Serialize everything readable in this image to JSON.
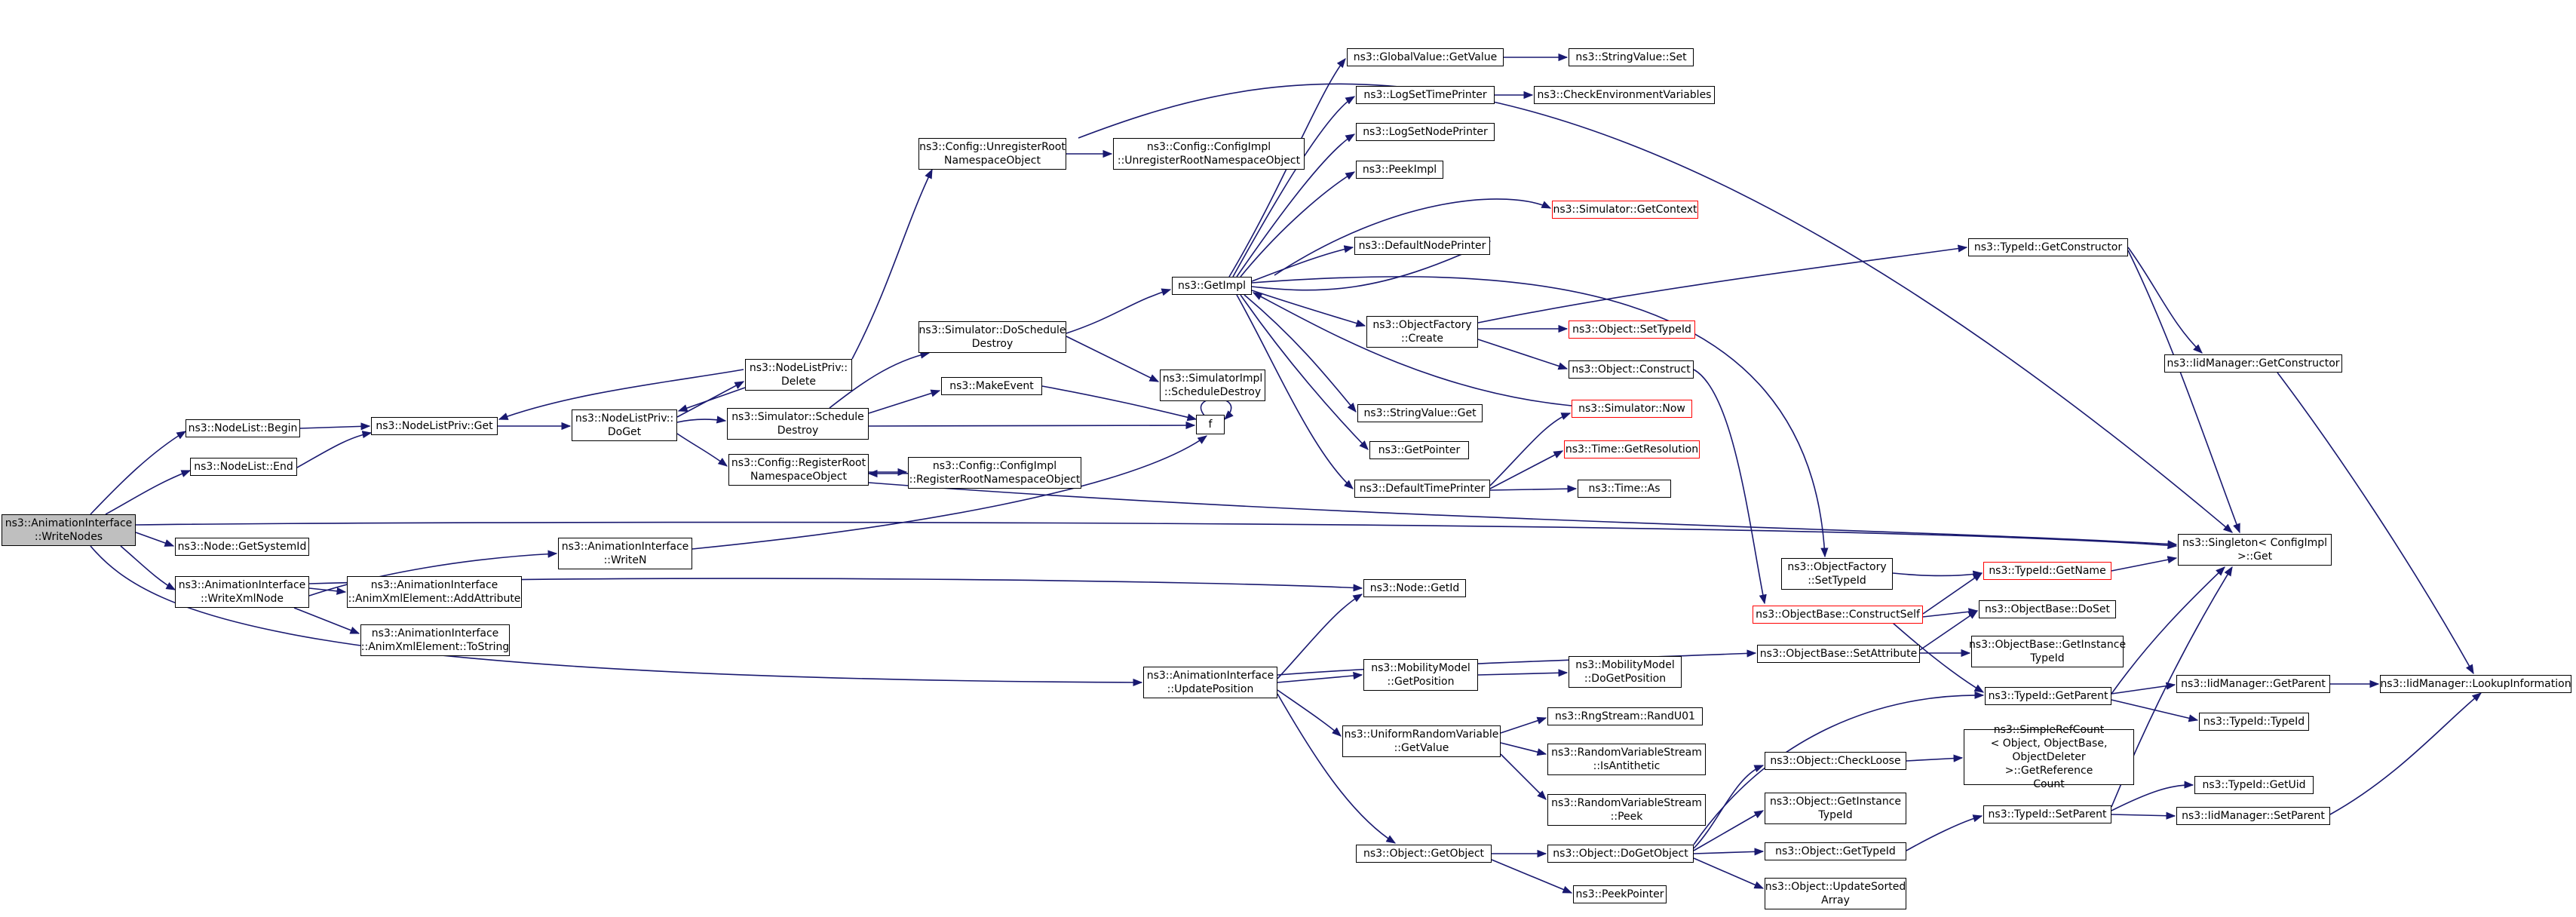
{
  "colors": {
    "edge": "#191970",
    "border": "#000000",
    "truncated_border": "#ff0000",
    "root_fill": "#bfbfbf"
  },
  "nodes": {
    "write_nodes": "ns3::AnimationInterface\n::WriteNodes",
    "nodelist_begin": "ns3::NodeList::Begin",
    "nodelist_end": "ns3::NodeList::End",
    "node_getsystemid": "ns3::Node::GetSystemId",
    "write_xml_node": "ns3::AnimationInterface\n::WriteXmlNode",
    "update_position": "ns3::AnimationInterface\n::UpdatePosition",
    "nodelistpriv_get": "ns3::NodeListPriv::Get",
    "nodelistpriv_doget": "ns3::NodeListPriv::\nDoGet",
    "nodelistpriv_delete": "ns3::NodeListPriv::\nDelete",
    "add_attribute": "ns3::AnimationInterface\n::AnimXmlElement::AddAttribute",
    "to_string": "ns3::AnimationInterface\n::AnimXmlElement::ToString",
    "write_n": "ns3::AnimationInterface\n::WriteN",
    "config_unregister": "ns3::Config::UnregisterRoot\nNamespaceObject",
    "simulator_doschedule_destroy": "ns3::Simulator::DoSchedule\nDestroy",
    "make_event": "ns3::MakeEvent",
    "simulator_schedule_destroy": "ns3::Simulator::Schedule\nDestroy",
    "config_register": "ns3::Config::RegisterRoot\nNamespaceObject",
    "configimpl_unregister": "ns3::Config::ConfigImpl\n::UnregisterRootNamespaceObject",
    "simulatorimpl_schedule_destroy": "ns3::SimulatorImpl\n::ScheduleDestroy",
    "configimpl_register": "ns3::Config::ConfigImpl\n::RegisterRootNamespaceObject",
    "f": "f",
    "getimpl": "ns3::GetImpl",
    "globalvalue_getvalue": "ns3::GlobalValue::GetValue",
    "logsettimeprinter": "ns3::LogSetTimePrinter",
    "logsetnodeprinter": "ns3::LogSetNodePrinter",
    "peekimpl": "ns3::PeekImpl",
    "defaultnodeprinter": "ns3::DefaultNodePrinter",
    "objectfactory_create": "ns3::ObjectFactory\n::Create",
    "stringvalue_get": "ns3::StringValue::Get",
    "getpointer": "ns3::GetPointer",
    "defaulttimeprinter": "ns3::DefaultTimePrinter",
    "node_getid": "ns3::Node::GetId",
    "mobilitymodel_getposition": "ns3::MobilityModel\n::GetPosition",
    "uniformrv_getvalue": "ns3::UniformRandomVariable\n::GetValue",
    "object_getobject": "ns3::Object::GetObject",
    "stringvalue_set": "ns3::StringValue::Set",
    "checkenvvars": "ns3::CheckEnvironmentVariables",
    "simulator_getcontext": "ns3::Simulator::GetContext",
    "object_settypeid": "ns3::Object::SetTypeId",
    "object_construct": "ns3::Object::Construct",
    "simulator_now": "ns3::Simulator::Now",
    "time_getresolution": "ns3::Time::GetResolution",
    "time_as": "ns3::Time::As",
    "mobilitymodel_dogetposition": "ns3::MobilityModel\n::DoGetPosition",
    "rngstream_randu01": "ns3::RngStream::RandU01",
    "rvs_isantithetic": "ns3::RandomVariableStream\n::IsAntithetic",
    "rvs_peek": "ns3::RandomVariableStream\n::Peek",
    "object_dogetobject": "ns3::Object::DoGetObject",
    "peekpointer": "ns3::PeekPointer",
    "objectfactory_settypeid": "ns3::ObjectFactory\n::SetTypeId",
    "objectbase_constructself": "ns3::ObjectBase::ConstructSelf",
    "objectbase_setattribute": "ns3::ObjectBase::SetAttribute",
    "object_checkloose": "ns3::Object::CheckLoose",
    "object_getinstancetypeid": "ns3::Object::GetInstance\nTypeId",
    "object_gettypeid": "ns3::Object::GetTypeId",
    "object_updatesortedarray": "ns3::Object::UpdateSorted\nArray",
    "typeid_getconstructor": "ns3::TypeId::GetConstructor",
    "typeid_getname": "ns3::TypeId::GetName",
    "objectbase_doset": "ns3::ObjectBase::DoSet",
    "objectbase_getinstancetypeid": "ns3::ObjectBase::GetInstance\nTypeId",
    "typeid_getparent": "ns3::TypeId::GetParent",
    "simplerefcount": "ns3::SimpleRefCount\n< Object, ObjectBase,\n ObjectDeleter >::GetReference\nCount",
    "typeid_setparent": "ns3::TypeId::SetParent",
    "iidmanager_getconstructor": "ns3::IidManager::GetConstructor",
    "singleton_get": "ns3::Singleton< ConfigImpl\n >::Get",
    "iidmanager_getparent": "ns3::IidManager::GetParent",
    "typeid_typeid": "ns3::TypeId::TypeId",
    "typeid_getuid": "ns3::TypeId::GetUid",
    "iidmanager_setparent": "ns3::IidManager::SetParent",
    "iidmanager_lookupinformation": "ns3::IidManager::LookupInformation"
  }
}
